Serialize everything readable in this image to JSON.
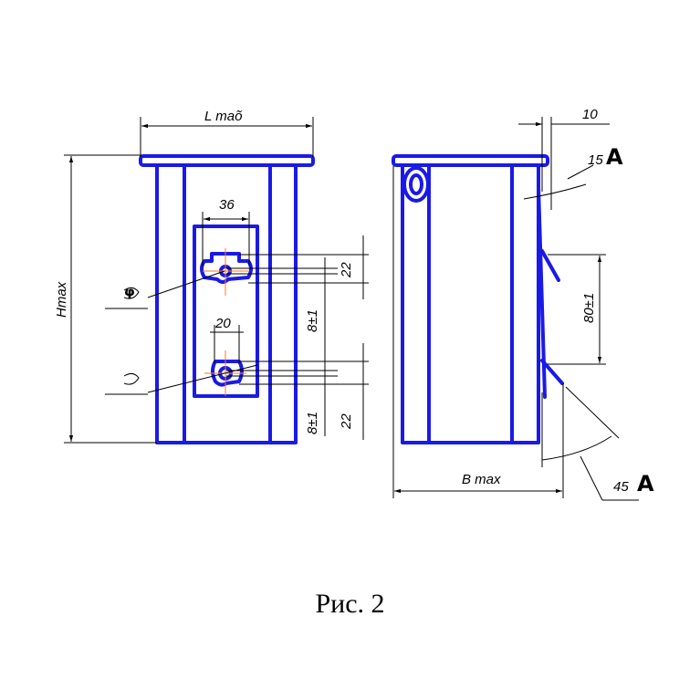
{
  "front_view": {
    "width_dim": "L maõ",
    "height_dim": "Hmax",
    "slot_spacing_top": "36",
    "slot_spacing_bottom": "20",
    "dim_22_upper": "22",
    "dim_22_lower": "22",
    "dim_8_upper": "8±1",
    "dim_8_lower": "8±1"
  },
  "side_view": {
    "width_dim": "B max",
    "offset_dim": "10",
    "pitch_dim": "80±1",
    "angle_top": "15",
    "angle_bottom": "45"
  },
  "caption": "Рис. 2",
  "colors": {
    "outline": "#1a1ae6",
    "center_lines": "#ff7a1a",
    "dimension_lines": "#000000"
  }
}
